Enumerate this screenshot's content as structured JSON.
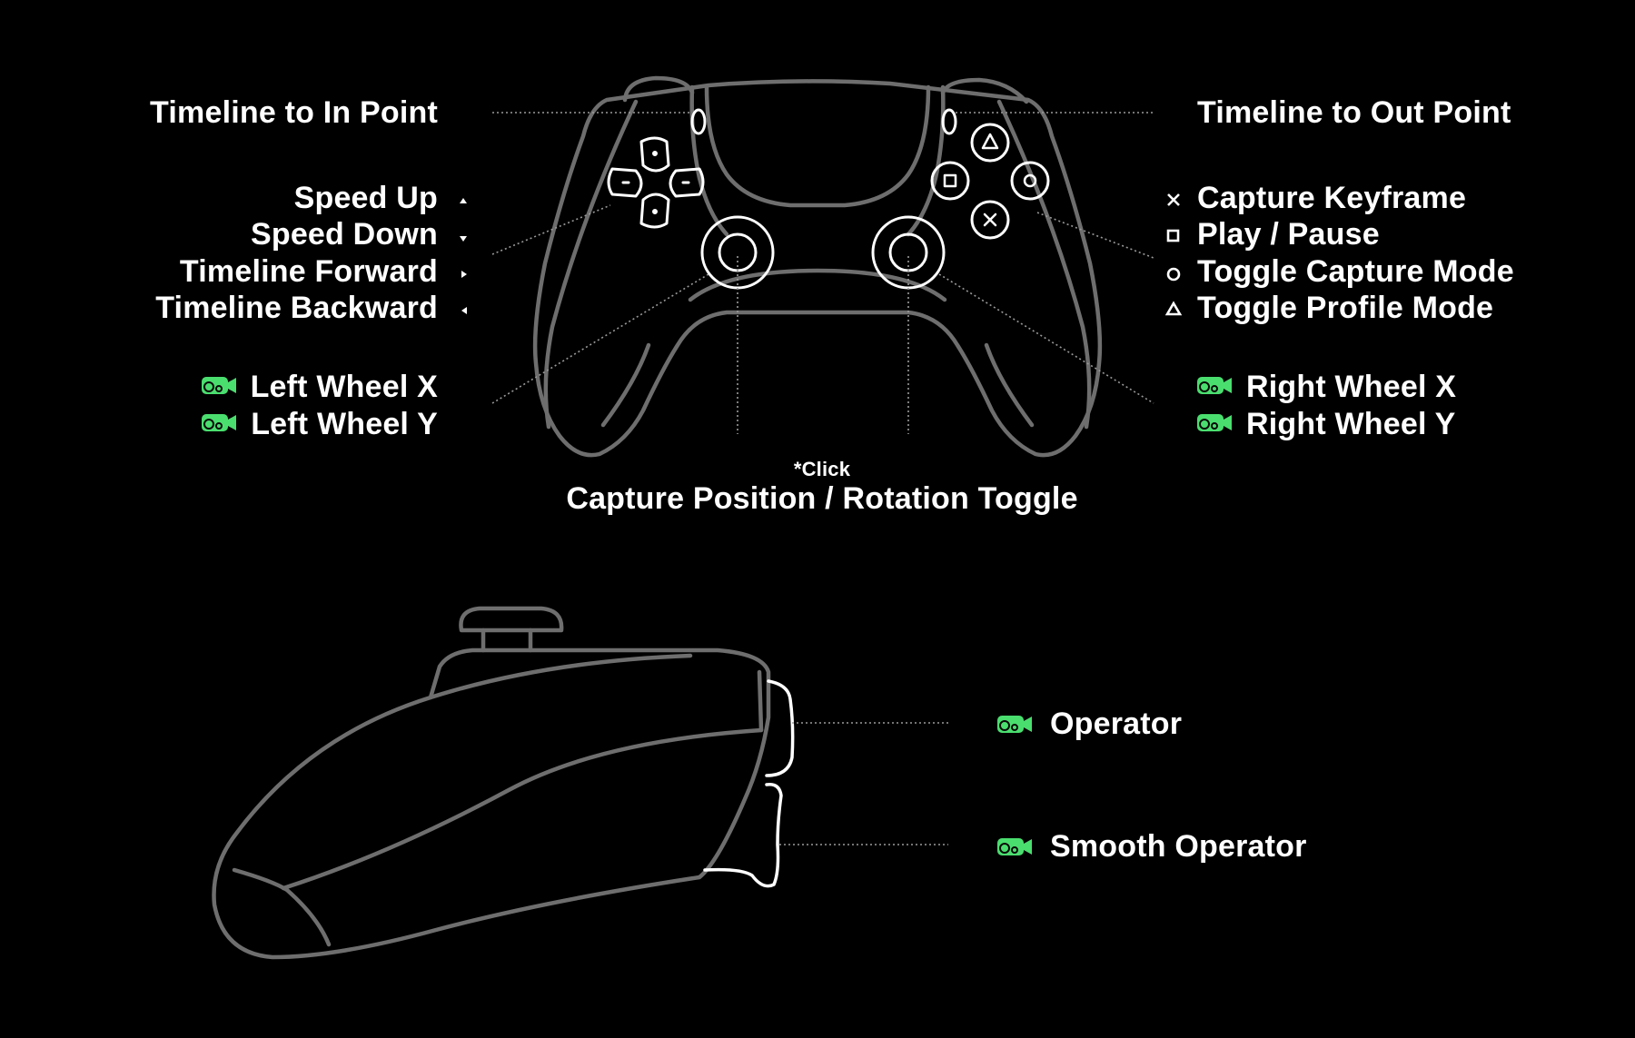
{
  "colors": {
    "background": "#000000",
    "outline": "#6e6e6e",
    "highlight": "#ffffff",
    "accent": "#4ade6f",
    "leader": "#9a9a9a"
  },
  "front_view": {
    "left": {
      "timeline_in": "Timeline to In Point",
      "dpad": [
        {
          "label": "Speed Up",
          "icon": "arrow-up-icon"
        },
        {
          "label": "Speed Down",
          "icon": "arrow-down-icon"
        },
        {
          "label": "Timeline Forward",
          "icon": "arrow-right-icon"
        },
        {
          "label": "Timeline Backward",
          "icon": "arrow-left-icon"
        }
      ],
      "stick": [
        {
          "label": "Left Wheel X",
          "icon": "camera-icon"
        },
        {
          "label": "Left Wheel Y",
          "icon": "camera-icon"
        }
      ]
    },
    "right": {
      "timeline_out": "Timeline to Out Point",
      "face_buttons": [
        {
          "label": "Capture Keyframe",
          "icon": "cross-icon"
        },
        {
          "label": "Play / Pause",
          "icon": "square-icon"
        },
        {
          "label": "Toggle Capture Mode",
          "icon": "circle-icon"
        },
        {
          "label": "Toggle Profile Mode",
          "icon": "triangle-icon"
        }
      ],
      "stick": [
        {
          "label": "Right Wheel X",
          "icon": "camera-icon"
        },
        {
          "label": "Right Wheel Y",
          "icon": "camera-icon"
        }
      ]
    },
    "click_note": "*Click",
    "click_label": "Capture Position / Rotation Toggle"
  },
  "side_view": {
    "triggers": [
      {
        "label": "Operator",
        "icon": "camera-icon"
      },
      {
        "label": "Smooth Operator",
        "icon": "camera-icon"
      }
    ]
  }
}
